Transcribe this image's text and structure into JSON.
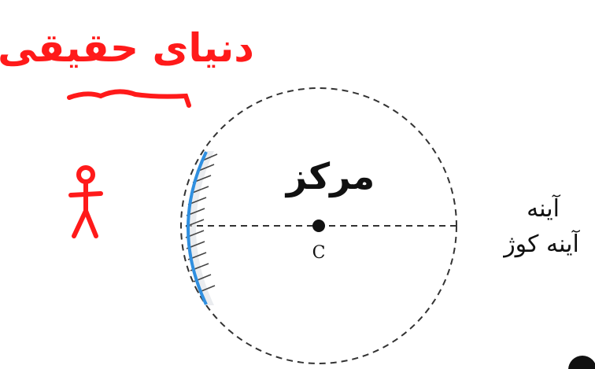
{
  "diagram": {
    "red_heading": "دنیای حقیقی",
    "center_word": "مرکز",
    "center_point_label": "C",
    "right_note_line1": "آینه",
    "right_note_line2": "آینه کوژ",
    "colors": {
      "red_ink": "#ff1a1a",
      "black_ink": "#111111",
      "mirror_blue": "#2f8fe0",
      "dashed_circle": "#333333",
      "hatch": "#444444"
    },
    "icons": [
      "stick-figure-icon",
      "convex-mirror-icon",
      "center-dot-icon"
    ]
  }
}
